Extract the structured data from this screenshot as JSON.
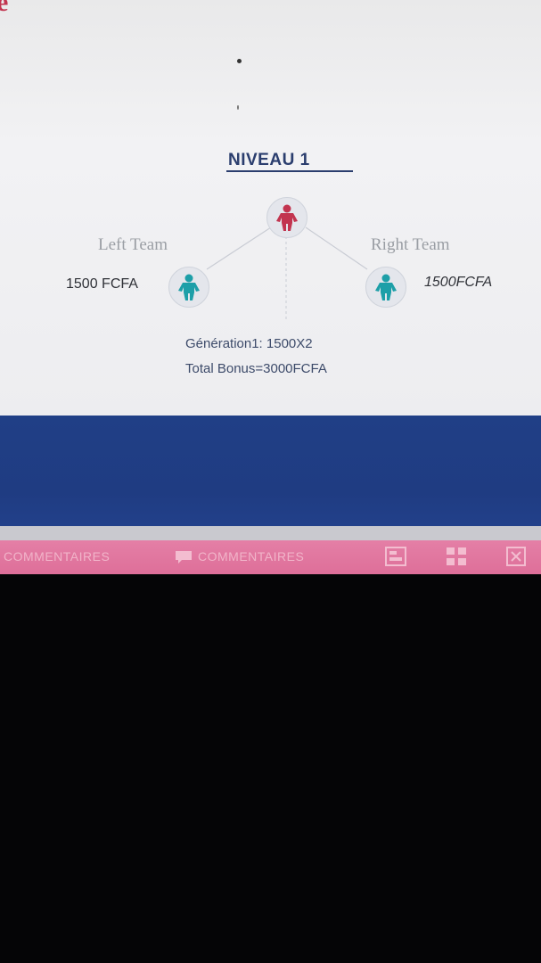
{
  "page": {
    "title": "NIVEAU 1",
    "left_team_label": "Left Team",
    "right_team_label": "Right Team",
    "left_amount": "1500 FCFA",
    "right_amount": "1500FCFA",
    "generation_text": "Génération1: 1500X2",
    "total_bonus_text": "Total Bonus=3000FCFA"
  },
  "bottom_bar": {
    "tab1_label": "COMMENTAIRES",
    "tab2_label": "COMMENTAIRES"
  },
  "colors": {
    "title": "#2b3e6e",
    "root_person": "#c2344f",
    "child_person": "#1d9fa8",
    "blue_band": "#1f3c82",
    "pink_bar": "#e07599"
  },
  "icons": {
    "root": "person-icon",
    "left": "person-icon",
    "right": "person-icon",
    "comment": "comment-icon",
    "view": "layout-icon",
    "grid": "grid-icon"
  }
}
